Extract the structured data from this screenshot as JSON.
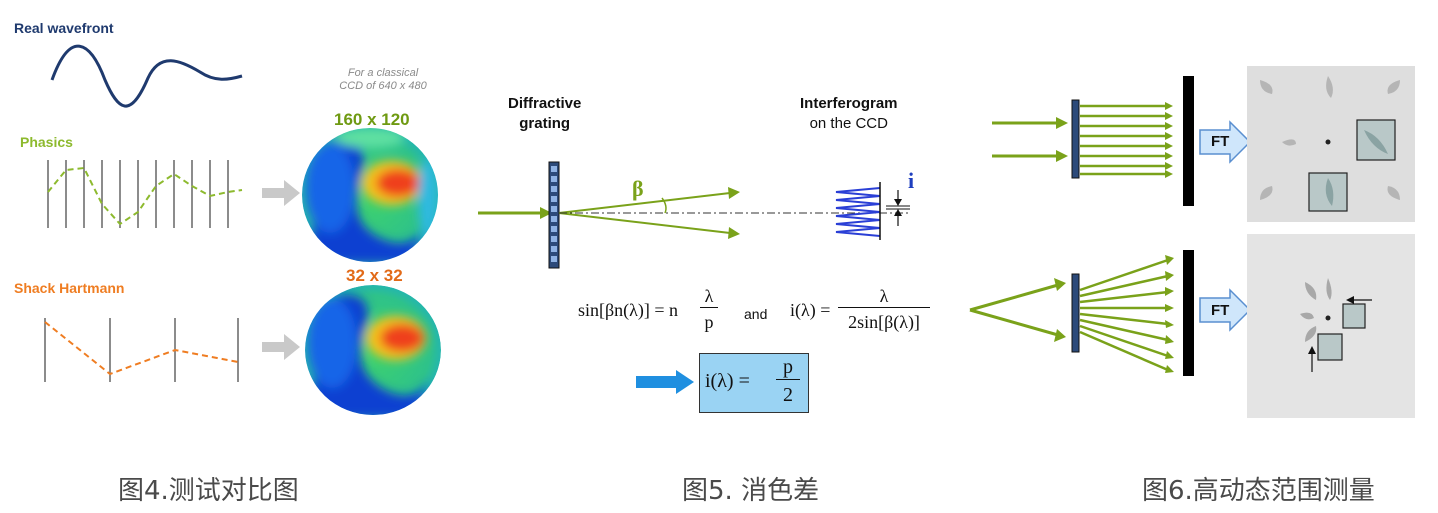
{
  "figure4": {
    "real_wavefront_label": "Real wavefront",
    "phasics_label": "Phasics",
    "shack_label": "Shack Hartmann",
    "ccd_note_line1": "For a classical",
    "ccd_note_line2": "CCD of 640 x 480",
    "res_phasics": "160 x 120",
    "res_shack": "32 x 32",
    "caption": "图4.测试对比图"
  },
  "figure5": {
    "grating_label_line1": "Diffractive",
    "grating_label_line2": "grating",
    "interferogram_label": "Interferogram",
    "ccd_label": "on the CCD",
    "beta_symbol": "β",
    "i_symbol": "i",
    "eq1_left": "sin[βn(λ)] = n",
    "eq1_num": "λ",
    "eq1_den": "p",
    "and_text": "and",
    "eq2_left": "i(λ) =",
    "eq2_num": "λ",
    "eq2_den": "2sin[β(λ)]",
    "eq3_left": "i(λ) =",
    "eq3_num": "p",
    "eq3_den": "2",
    "caption": "图5. 消色差"
  },
  "figure6": {
    "ft_top": "FT",
    "ft_bottom": "FT",
    "caption": "图6.高动态范围测量"
  },
  "colors": {
    "green": "#7aa21a",
    "navy": "#1f3a6e",
    "orange": "#ef7d22",
    "phasics_green": "#8dba2e",
    "blue_text": "#1f3fbf",
    "light_blue": "#9ad3f3"
  }
}
